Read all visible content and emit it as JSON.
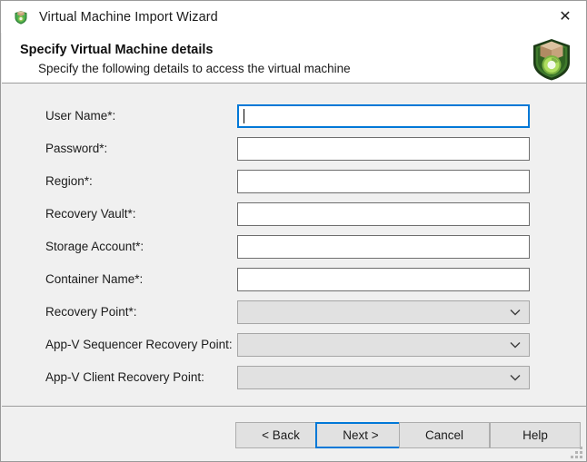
{
  "window": {
    "title": "Virtual Machine Import Wizard",
    "title_icon": "shield-package-icon",
    "close_label": "✕"
  },
  "header": {
    "title": "Specify Virtual Machine details",
    "subtitle": "Specify the following details to access the virtual machine",
    "icon": "shield-package-refresh-icon"
  },
  "form": {
    "rows": [
      {
        "label": "User Name*:",
        "type": "text",
        "value": "",
        "focused": true,
        "enabled": true
      },
      {
        "label": "Password*:",
        "type": "text",
        "value": "",
        "focused": false,
        "enabled": true
      },
      {
        "label": "Region*:",
        "type": "text",
        "value": "",
        "focused": false,
        "enabled": true
      },
      {
        "label": "Recovery Vault*:",
        "type": "text",
        "value": "",
        "focused": false,
        "enabled": true
      },
      {
        "label": "Storage Account*:",
        "type": "text",
        "value": "",
        "focused": false,
        "enabled": true
      },
      {
        "label": "Container Name*:",
        "type": "text",
        "value": "",
        "focused": false,
        "enabled": true
      },
      {
        "label": "Recovery Point*:",
        "type": "combo",
        "value": "",
        "focused": false,
        "enabled": false
      },
      {
        "label": "App-V Sequencer Recovery Point:",
        "type": "combo",
        "value": "",
        "focused": false,
        "enabled": false
      },
      {
        "label": "App-V Client Recovery Point:",
        "type": "combo",
        "value": "",
        "focused": false,
        "enabled": false
      }
    ],
    "combo_arrow": "chevron-down-icon"
  },
  "footer": {
    "buttons": [
      {
        "label": "< Back",
        "default": false
      },
      {
        "label": "Next >",
        "default": true
      },
      {
        "label": "Cancel",
        "default": false
      },
      {
        "label": "Help",
        "default": false
      }
    ],
    "resize_grip": "resize-grip-icon"
  },
  "colors": {
    "accent": "#0078d7",
    "dialog_bg": "#f0f0f0",
    "header_bg": "#ffffff",
    "field_border": "#6e6e6e",
    "disabled_field_bg": "#e1e1e1",
    "button_bg": "#e1e1e1"
  }
}
